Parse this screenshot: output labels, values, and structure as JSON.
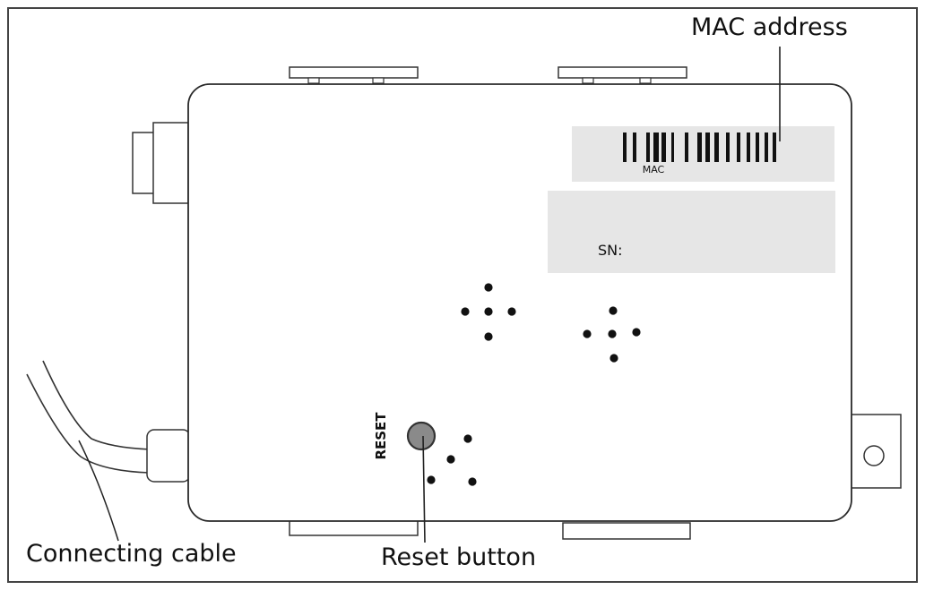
{
  "labels": {
    "mac_address": "MAC address",
    "mac_small": "MAC",
    "sn": "SN:",
    "reset_vertical": "RESET",
    "connecting_cable": "Connecting cable",
    "reset_button": "Reset button"
  },
  "colors": {
    "outline": "#2a2a2a",
    "label_panel": "#e6e6e6",
    "reset_fill": "#8a8a8a",
    "dots": "#111111"
  }
}
